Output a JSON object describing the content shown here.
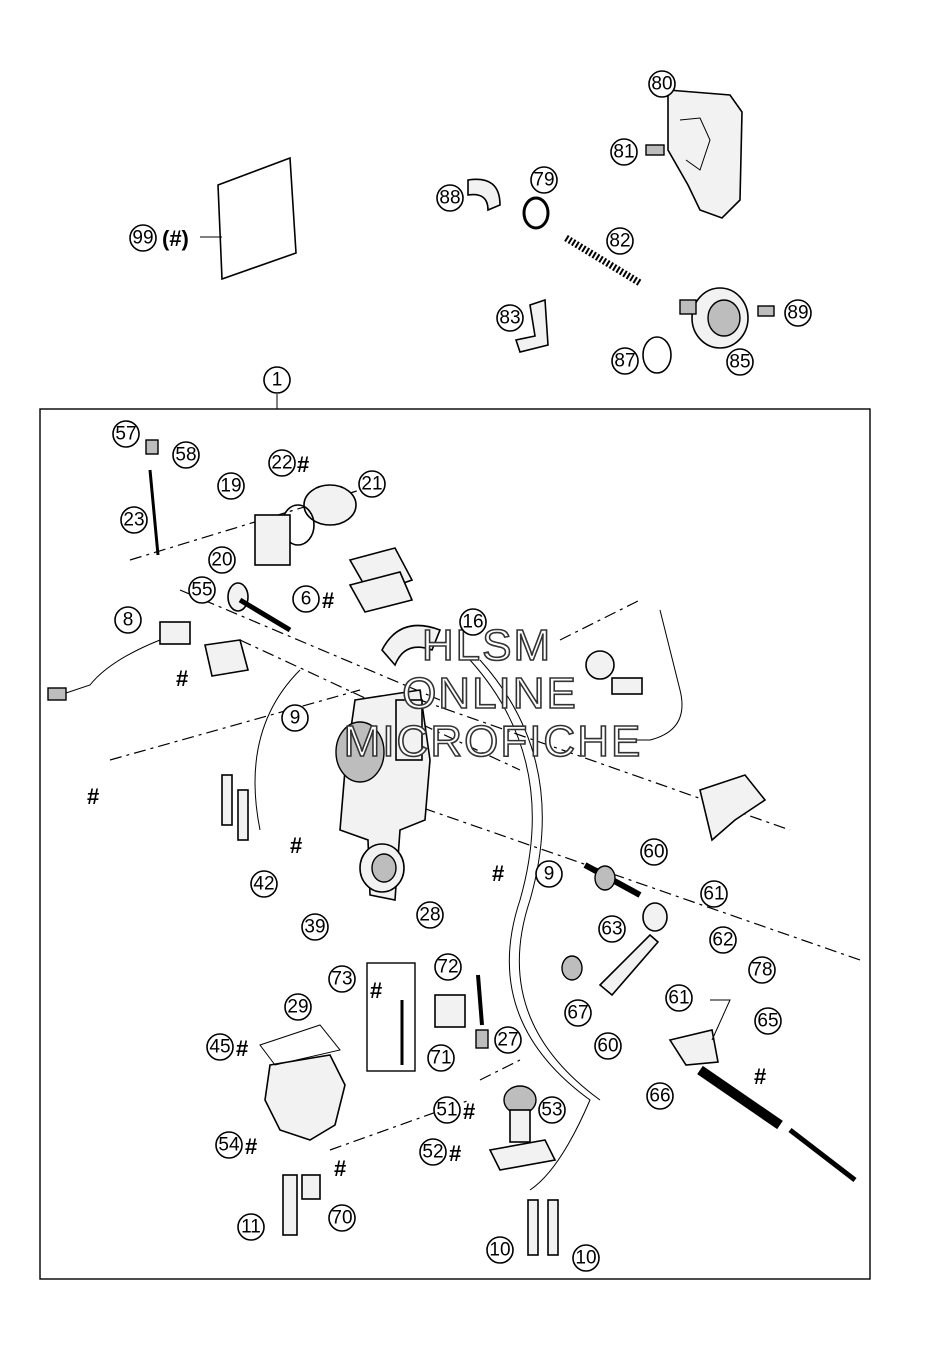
{
  "watermark": [
    "HLSM",
    "ONLINE",
    "MICROFICHE"
  ],
  "hash_mark": "#",
  "sheet_label": "99 (#)",
  "callouts": [
    "1",
    "8",
    "9",
    "9",
    "10",
    "10",
    "11",
    "16",
    "19",
    "20",
    "21",
    "22",
    "23",
    "27",
    "28",
    "29",
    "39",
    "42",
    "45",
    "51",
    "52",
    "53",
    "54",
    "55",
    "57",
    "58",
    "6",
    "60",
    "60",
    "61",
    "61",
    "62",
    "63",
    "65",
    "66",
    "67",
    "70",
    "71",
    "72",
    "73",
    "78",
    "79",
    "80",
    "81",
    "82",
    "83",
    "85",
    "87",
    "88",
    "89"
  ]
}
